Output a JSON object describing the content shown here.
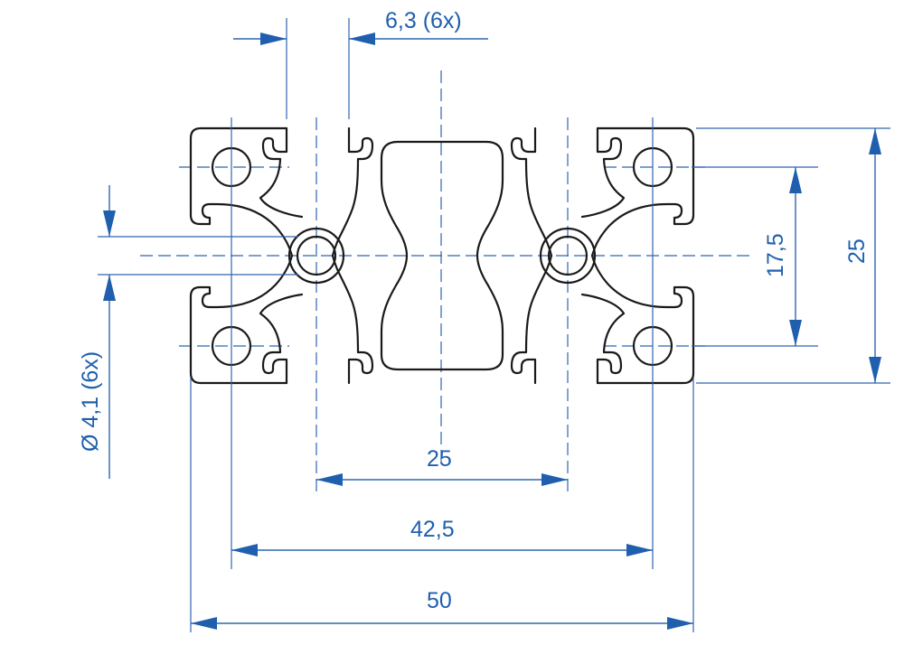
{
  "drawing": {
    "subject": "aluminium-extrusion-profile-cross-section",
    "line_color": "#1a1a1a",
    "dimension_color": "#1f5fae",
    "dimensions": {
      "slot_width": "6,3 (6x)",
      "bore_diameter": "Ø 4,1 (6x)",
      "center_distance": "25",
      "outer_hole_distance": "42,5",
      "overall_width": "50",
      "inner_height": "17,5",
      "overall_height": "25"
    }
  }
}
